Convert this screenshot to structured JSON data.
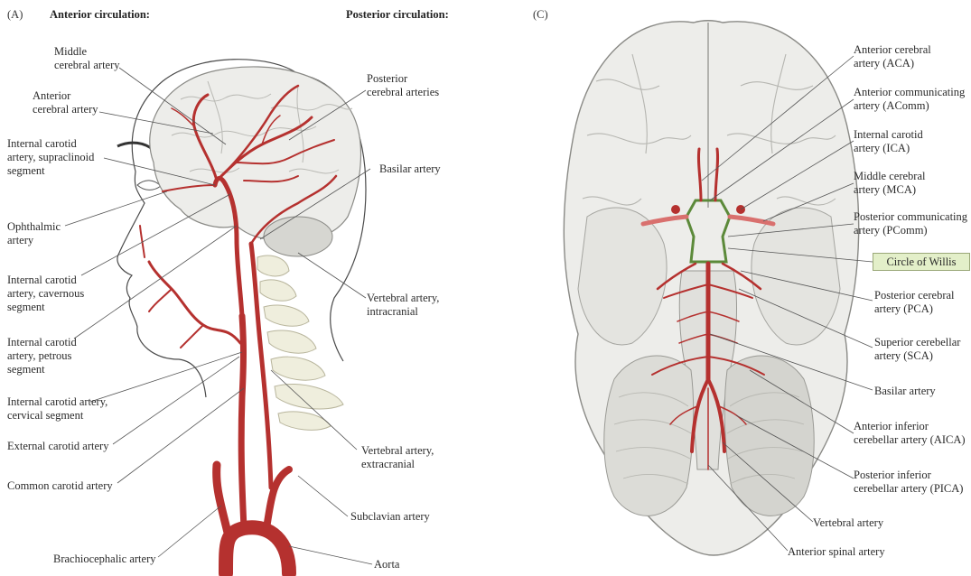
{
  "panelA": {
    "letter": "(A)",
    "anterior_heading": "Anterior circulation:",
    "posterior_heading": "Posterior circulation:",
    "left_labels": [
      [
        "Middle",
        "cerebral artery"
      ],
      [
        "Anterior",
        "cerebral artery"
      ],
      [
        "Internal carotid",
        "artery, supraclinoid",
        "segment"
      ],
      [
        "Ophthalmic",
        "artery"
      ],
      [
        "Internal carotid",
        "artery, cavernous",
        "segment"
      ],
      [
        "Internal carotid",
        "artery, petrous",
        "segment"
      ],
      [
        "Internal carotid artery,",
        "cervical segment"
      ],
      [
        "External carotid artery"
      ],
      [
        "Common carotid artery"
      ],
      [
        "Brachiocephalic artery"
      ]
    ],
    "right_labels": [
      [
        "Posterior",
        "cerebral arteries"
      ],
      [
        "Basilar artery"
      ],
      [
        "Vertebral artery,",
        "intracranial"
      ],
      [
        "Vertebral artery,",
        "extracranial"
      ],
      [
        "Subclavian artery"
      ],
      [
        "Aorta"
      ]
    ]
  },
  "panelC": {
    "letter": "(C)",
    "labels": [
      [
        "Anterior cerebral",
        "artery (ACA)"
      ],
      [
        "Anterior communicating",
        "artery (AComm)"
      ],
      [
        "Internal carotid",
        "artery (ICA)"
      ],
      [
        "Middle cerebral",
        "artery (MCA)"
      ],
      [
        "Posterior communicating",
        "artery  (PComm)"
      ],
      [
        "Posterior cerebral",
        "artery (PCA)"
      ],
      [
        "Superior cerebellar",
        "artery (SCA)"
      ],
      [
        "Basilar artery"
      ],
      [
        "Anterior inferior",
        "cerebellar artery (AICA)"
      ],
      [
        "Posterior inferior",
        "cerebellar artery (PICA)"
      ],
      [
        "Vertebral artery"
      ],
      [
        "Anterior spinal artery"
      ]
    ],
    "circle_of_willis": "Circle of Willis"
  },
  "colors": {
    "artery": "#b5312f",
    "artery_dark": "#8e2222",
    "brain": "#ededea",
    "brain_shade": "#cfcfca",
    "spine": "#efeedd",
    "willis_green": "#5c8a3a",
    "highlight_box": "#e3efc9"
  }
}
